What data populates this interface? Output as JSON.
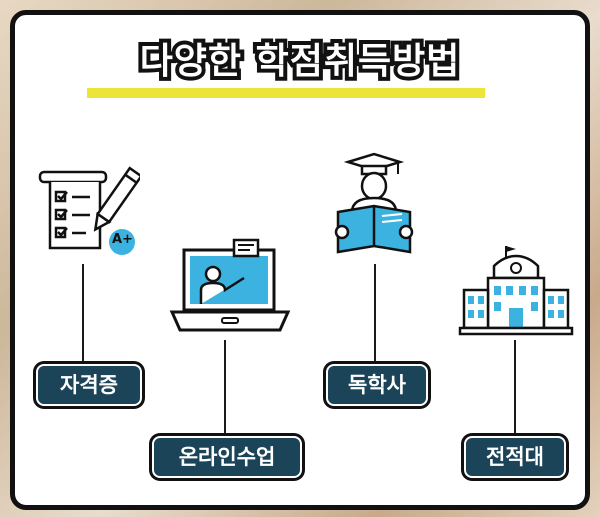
{
  "title": "다양한 학점취득방법",
  "colors": {
    "accent_yellow": "#ede43a",
    "label_bg": "#1c4459",
    "icon_blue": "#3bb2e0",
    "outline": "#111111"
  },
  "methods": [
    {
      "label": "자격증",
      "icon": "checklist-pencil-icon"
    },
    {
      "label": "온라인수업",
      "icon": "laptop-lecture-icon"
    },
    {
      "label": "독학사",
      "icon": "graduate-reading-icon"
    },
    {
      "label": "전적대",
      "icon": "school-building-icon"
    }
  ],
  "grade_badge": "A+"
}
